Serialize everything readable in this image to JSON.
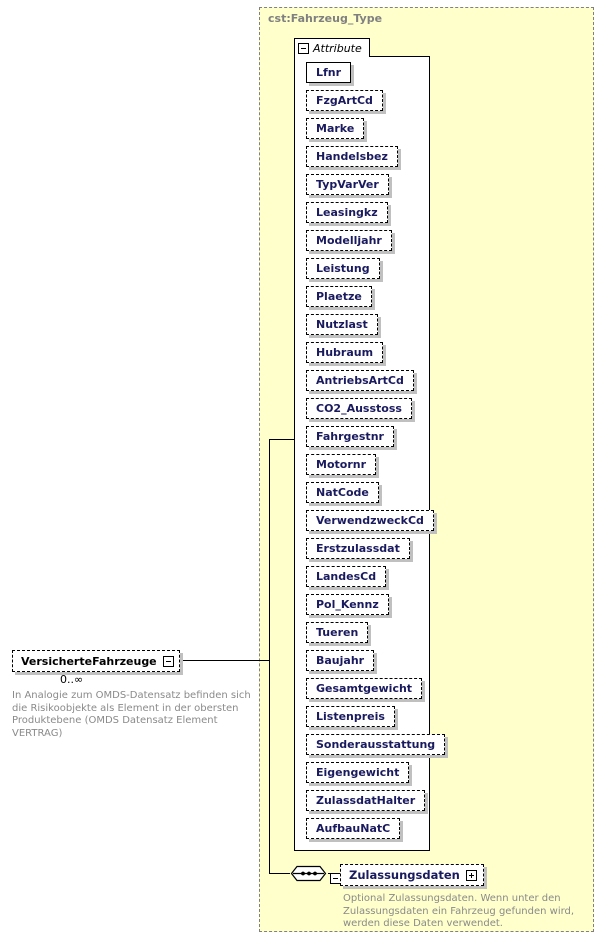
{
  "diagram": {
    "kind": "xml-schema-diagram",
    "colors": {
      "container_fill": "#ffffcc",
      "container_border": "#808080",
      "box_fill": "#ffffff",
      "box_border": "#000000",
      "shadow": "#c0c0c0",
      "attribute_text": "#1a1a5e",
      "annotation_text": "#8a8a8a",
      "title_text": "#808080"
    }
  },
  "type_container": {
    "title": "cst:Fahrzeug_Type"
  },
  "attribute_panel": {
    "tab_label": "Attribute",
    "toggle_icon": "minus-box-icon",
    "toggle_state": "expanded",
    "attributes": [
      {
        "name": "Lfnr",
        "required": true
      },
      {
        "name": "FzgArtCd",
        "required": false
      },
      {
        "name": "Marke",
        "required": false
      },
      {
        "name": "Handelsbez",
        "required": false
      },
      {
        "name": "TypVarVer",
        "required": false
      },
      {
        "name": "Leasingkz",
        "required": false
      },
      {
        "name": "Modelljahr",
        "required": false
      },
      {
        "name": "Leistung",
        "required": false
      },
      {
        "name": "Plaetze",
        "required": false
      },
      {
        "name": "Nutzlast",
        "required": false
      },
      {
        "name": "Hubraum",
        "required": false
      },
      {
        "name": "AntriebsArtCd",
        "required": false
      },
      {
        "name": "CO2_Ausstoss",
        "required": false
      },
      {
        "name": "Fahrgestnr",
        "required": false
      },
      {
        "name": "Motornr",
        "required": false
      },
      {
        "name": "NatCode",
        "required": false
      },
      {
        "name": "VerwendzweckCd",
        "required": false
      },
      {
        "name": "Erstzulassdat",
        "required": false
      },
      {
        "name": "LandesCd",
        "required": false
      },
      {
        "name": "Pol_Kennz",
        "required": false
      },
      {
        "name": "Tueren",
        "required": false
      },
      {
        "name": "Baujahr",
        "required": false
      },
      {
        "name": "Gesamtgewicht",
        "required": false
      },
      {
        "name": "Listenpreis",
        "required": false
      },
      {
        "name": "Sonderausstattung",
        "required": false
      },
      {
        "name": "Eigengewicht",
        "required": false
      },
      {
        "name": "ZulassdatHalter",
        "required": false
      },
      {
        "name": "AufbauNatC",
        "required": false
      }
    ]
  },
  "root_element": {
    "label": "VersicherteFahrzeuge",
    "toggle_icon": "minus-box-icon",
    "toggle_state": "expanded",
    "cardinality": "0..∞",
    "optional": true,
    "annotation": "In Analogie zum OMDS-Datensatz befinden sich die Risikoobjekte als Element in der obersten Produktebene (OMDS Datensatz Element VERTRAG)"
  },
  "sequence": {
    "compositor_icon": "sequence-icon",
    "toggle_icon": "minus-box-icon",
    "toggle_state": "expanded"
  },
  "child_element": {
    "label": "Zulassungsdaten",
    "toggle_icon": "plus-box-icon",
    "toggle_state": "collapsed",
    "optional": true,
    "annotation": "Optional Zulassungsdaten. Wenn unter den Zulassungsdaten ein Fahrzeug gefunden wird, werden diese Daten verwendet."
  }
}
